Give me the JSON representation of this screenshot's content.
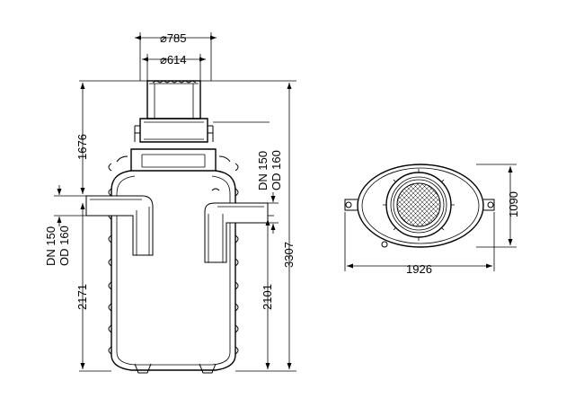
{
  "drawing": {
    "elevation_view": {
      "top_outer_diameter": "⌀785",
      "top_inner_diameter": "⌀614",
      "height_total": "3307",
      "height_shaft": "1676",
      "height_inlet": "2171",
      "height_outlet": "2101",
      "inlet_pipe": [
        "DN 150",
        "OD 160"
      ],
      "outlet_pipe": [
        "DN 150",
        "OD 160"
      ]
    },
    "plan_view": {
      "length": "1926",
      "width": "1090"
    }
  }
}
